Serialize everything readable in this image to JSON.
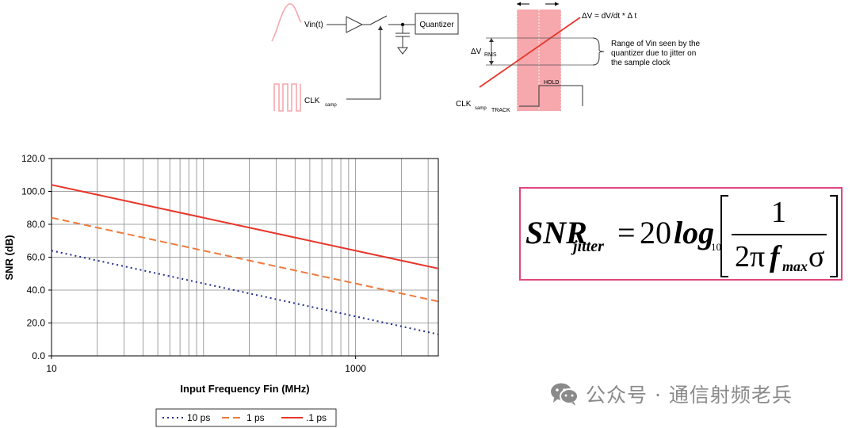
{
  "colors": {
    "series_10ps": "#1f2d8f",
    "series_1ps": "#ef7a3c",
    "series_01ps": "#e8352a",
    "formula_border": "#e0467f",
    "diagram_red": "#e8352a",
    "diagram_pink": "#f6a8ad",
    "watermark_gray": "#8a8a8a"
  },
  "diagram": {
    "vin_label": "Vin(t)",
    "quantizer_label": "Quantizer",
    "clk_label": "CLK",
    "clk_sub": "samp",
    "dv_formula": "ΔV = dV/dt * Δ t",
    "dv_rms": "ΔV",
    "dv_rms_sub": "RMS",
    "range_note_line1": "Range of Vin seen by the",
    "range_note_line2": "quantizer due to jitter on",
    "range_note_line3": "the sample clock",
    "hold_label": "HOLD",
    "track_label": "TRACK",
    "clk2_label": "CLK",
    "clk2_sub": "samp"
  },
  "formula": {
    "lhs": "SNR",
    "lhs_sub": "jitter",
    "equals": "=",
    "coef": "20",
    "log": "log",
    "log_base": "10",
    "numerator": "1",
    "den_2pi": "2π",
    "den_f": "f",
    "den_sub": "max",
    "den_sigma": "σ"
  },
  "watermark": {
    "icon": "wechat-icon",
    "text": "公众号 · 通信射频老兵"
  },
  "chart_data": {
    "type": "line",
    "x_scale": "log",
    "xlim": [
      10,
      3500
    ],
    "ylim": [
      0,
      120
    ],
    "x_ticks": [
      10,
      1000
    ],
    "x_tick_labels": [
      "10",
      "1000"
    ],
    "y_ticks": [
      0,
      20,
      40,
      60,
      80,
      100,
      120
    ],
    "y_tick_labels": [
      "0.0",
      "20.0",
      "40.0",
      "60.0",
      "80.0",
      "100.0",
      "120.0"
    ],
    "xlabel": "Input Frequency Fin (MHz)",
    "ylabel": "SNR (dB)",
    "grid": true,
    "legend_position": "bottom",
    "series": [
      {
        "name": "10 ps",
        "style": "dotted",
        "x": [
          10,
          3500
        ],
        "y": [
          64.0,
          13.1
        ]
      },
      {
        "name": "1 ps",
        "style": "dashed",
        "x": [
          10,
          3500
        ],
        "y": [
          84.0,
          33.1
        ]
      },
      {
        "name": ".1 ps",
        "style": "solid",
        "x": [
          10,
          3500
        ],
        "y": [
          104.0,
          53.1
        ]
      }
    ]
  }
}
